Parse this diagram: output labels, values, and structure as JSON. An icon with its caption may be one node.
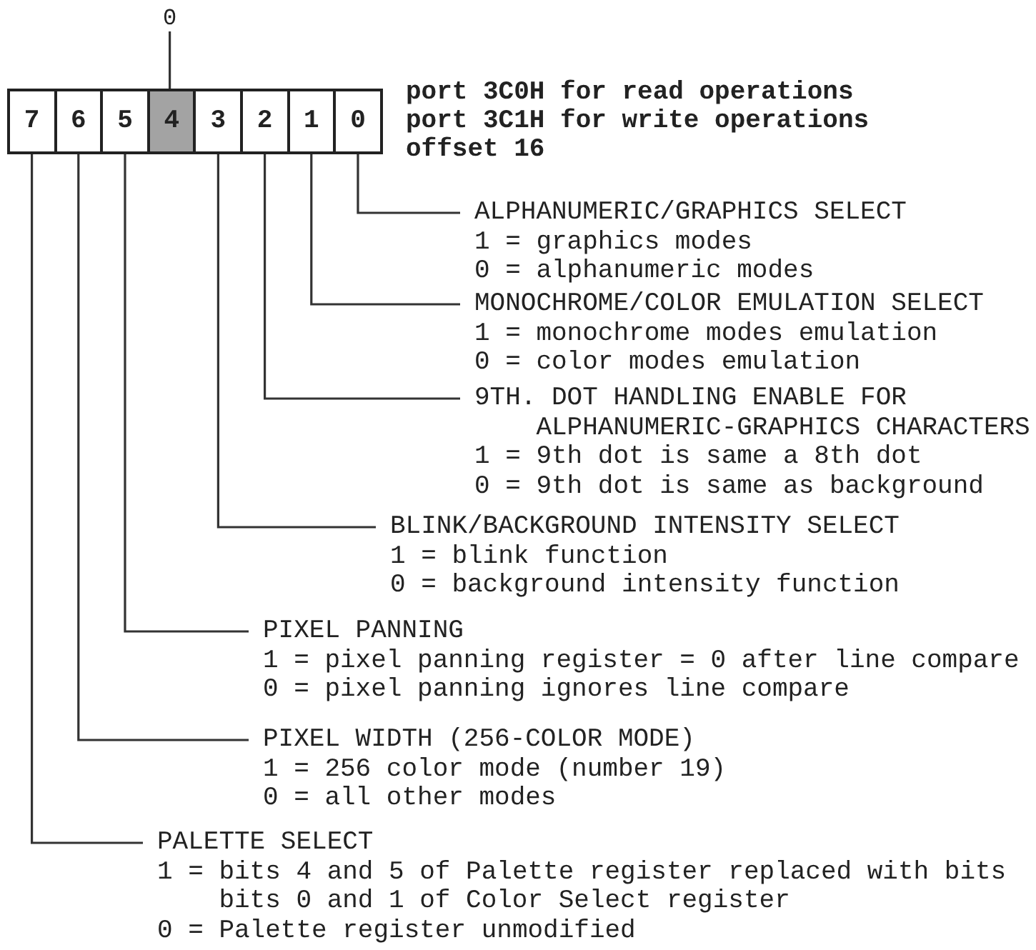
{
  "diagram": {
    "nodes": [
      {
        "text": [
          "7"
        ]
      },
      {
        "text": [
          "6"
        ]
      },
      {
        "text": [
          "5"
        ]
      },
      {
        "text": [
          "4"
        ]
      },
      {
        "text": [
          "3"
        ]
      },
      {
        "text": [
          "2"
        ]
      },
      {
        "text": [
          "1"
        ]
      },
      {
        "text": [
          "0"
        ]
      },
      {
        "text": [
          "0"
        ]
      },
      {
        "text": [
          "ALPHANUMERIC/GRAPHICS SELECT",
          "1 = graphics modes",
          "0 = alphanumeric modes"
        ]
      },
      {
        "text": [
          "MONOCHROME/COLOR EMULATION SELECT",
          "1 = monochrome modes emulation",
          "0 = color modes emulation"
        ]
      },
      {
        "text": [
          "9TH. DOT HANDLING ENABLE FOR ALPHANUMERIC-GRAPHICS CHARACTERS",
          "1 = 9th dot is same a 8th dot",
          "0 = 9th dot is same as background"
        ]
      },
      {
        "text": [
          "BLINK/BACKGROUND INTENSITY SELECT",
          "1 = blink function",
          "0 = background intensity function"
        ]
      },
      {
        "text": [
          "PIXEL PANNING",
          "1 = pixel panning register = 0 after line compare",
          "0 = pixel panning ignores line compare"
        ]
      },
      {
        "text": [
          "PIXEL WIDTH (256-COLOR MODE)",
          "1 = 256 color mode (number 19)",
          "0 = all other modes"
        ]
      },
      {
        "text": [
          "PALETTE SELECT",
          "1 = bits 4 and 5 of Palette register replaced with bits bits 0 and 1 of Color Select register",
          "0 = Palette register unmodified"
        ]
      }
    ],
    "edges": [
      {
        "from": 8,
        "to": 3,
        "arrow": "none"
      },
      {
        "from": 7,
        "to": 9,
        "arrow": "none"
      },
      {
        "from": 6,
        "to": 10,
        "arrow": "none"
      },
      {
        "from": 5,
        "to": 11,
        "arrow": "none"
      },
      {
        "from": 4,
        "to": 12,
        "arrow": "none"
      },
      {
        "from": 2,
        "to": 13,
        "arrow": "none"
      },
      {
        "from": 1,
        "to": 14,
        "arrow": "none"
      },
      {
        "from": 0,
        "to": 15,
        "arrow": "none"
      }
    ],
    "labels": [
      "port 3C0H for read operations",
      "port 3C1H for write operations",
      "offset 16"
    ]
  }
}
